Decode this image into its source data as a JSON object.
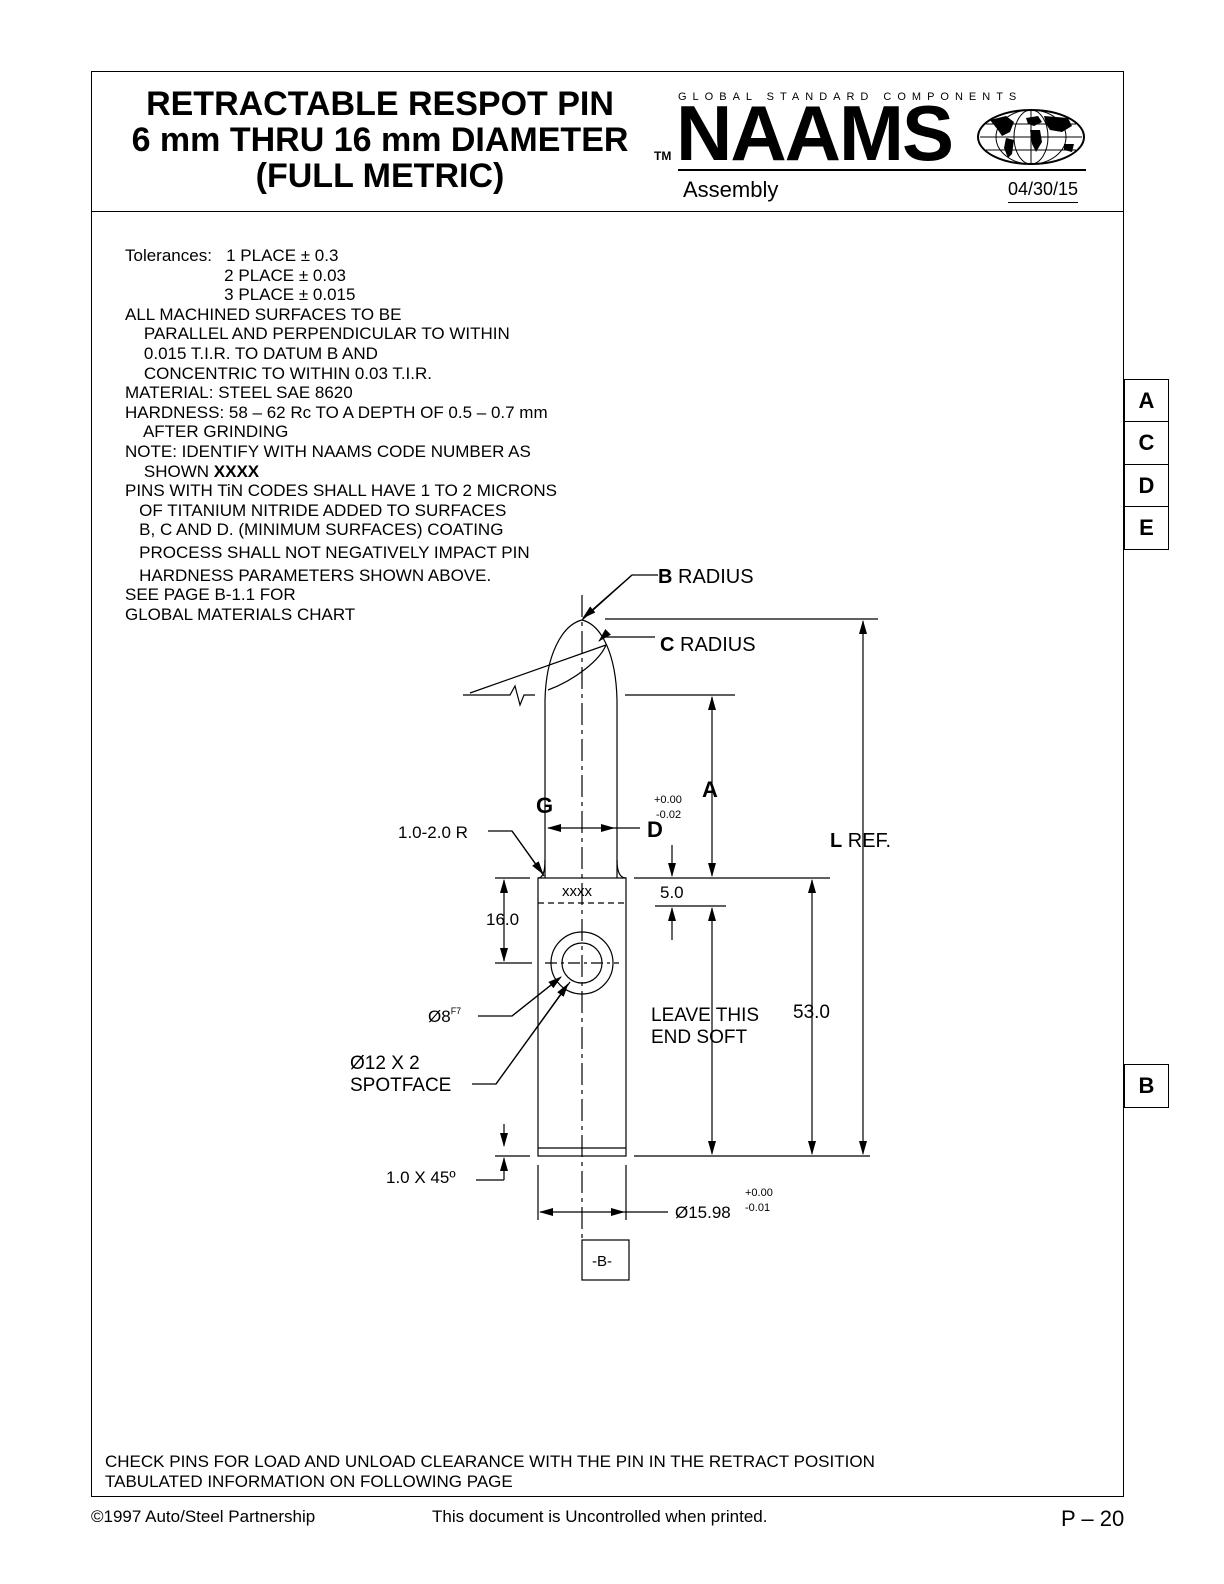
{
  "header": {
    "title_lines": [
      "RETRACTABLE RESPOT PIN",
      "6 mm THRU 16 mm DIAMETER",
      "(FULL METRIC)"
    ],
    "standard_components": "GLOBAL STANDARD COMPONENTS",
    "tm": "TM",
    "logo": "NAAMS",
    "section": "Assembly",
    "date": "04/30/15"
  },
  "notes": [
    "Tolerances:   1 PLACE ± 0.3",
    "                     2 PLACE ± 0.03",
    "                     3 PLACE ± 0.015",
    "ALL MACHINED SURFACES TO BE",
    "    PARALLEL AND PERPENDICULAR TO WITHIN",
    "    0.015 T.I.R. TO DATUM B AND",
    "    CONCENTRIC TO WITHIN 0.03 T.I.R.",
    "MATERIAL: STEEL SAE 8620",
    "HARDNESS: 58 – 62 Rc TO A DEPTH OF 0.5 – 0.7 mm",
    "    AFTER GRINDING",
    "NOTE: IDENTIFY WITH NAAMS CODE NUMBER AS",
    "    SHOWN ",
    "PINS WITH TiN CODES SHALL HAVE 1 TO 2 MICRONS",
    "   OF TITANIUM NITRIDE ADDED TO SURFACES",
    "   B, C AND D. (MINIMUM SURFACES) COATING",
    "   PROCESS SHALL NOT NEGATIVELY IMPACT PIN",
    "   HARDNESS PARAMETERS SHOWN ABOVE.",
    "SEE PAGE B-1.1 FOR",
    "GLOBAL MATERIALS CHART"
  ],
  "notes_bold_code": "XXXX",
  "side_tabs_top": [
    "A",
    "C",
    "D",
    "E"
  ],
  "side_tab_bottom": "B",
  "drawing": {
    "b_radius_letter": "B",
    "b_radius_text": " RADIUS",
    "c_radius_letter": "C",
    "c_radius_text": " RADIUS",
    "dim_a": "A",
    "dim_g": "G",
    "dim_d": "D",
    "dim_d_tol_plus": "+0.00",
    "dim_d_tol_minus": "-0.02",
    "fillet": "1.0-2.0 R",
    "l_letter": "L",
    "l_text": " REF.",
    "code": "xxxx",
    "dim_5": "5.0",
    "dim_16": "16.0",
    "hole_dia": "Ø8",
    "hole_fit": "F7",
    "spotface_line1": "Ø12 X 2",
    "spotface_line2": "SPOTFACE",
    "soft_line1": "LEAVE THIS",
    "soft_line2": "END SOFT",
    "dim_53": "53.0",
    "chamfer": "1.0 X 45º",
    "shank_dia": "Ø15.98",
    "shank_tol_plus": "+0.00",
    "shank_tol_minus": "-0.01",
    "datum": "-B-"
  },
  "bottom_notes": [
    "CHECK PINS FOR LOAD AND UNLOAD CLEARANCE WITH THE PIN IN THE RETRACT POSITION",
    "TABULATED INFORMATION ON FOLLOWING PAGE"
  ],
  "footer": {
    "copyright": "©1997 Auto/Steel Partnership",
    "uncontrolled": "This document is Uncontrolled when printed.",
    "page": "P – 20"
  }
}
